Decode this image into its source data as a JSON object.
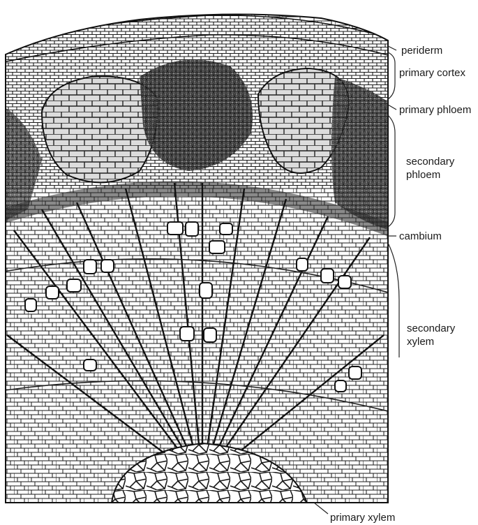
{
  "labels": {
    "periderm": "periderm",
    "primary_cortex": "primary cortex",
    "primary_phloem": "primary phloem",
    "secondary_phloem_line1": "secondary",
    "secondary_phloem_line2": "phloem",
    "cambium": "cambium",
    "secondary_xylem_line1": "secondary",
    "secondary_xylem_line2": "xylem",
    "primary_xylem": "primary xylem"
  },
  "colors": {
    "ink": "#1a1a1a",
    "dense_tissue": "#3a3a3a",
    "cortex_fill": "#d9d9d9",
    "background": "#ffffff"
  }
}
